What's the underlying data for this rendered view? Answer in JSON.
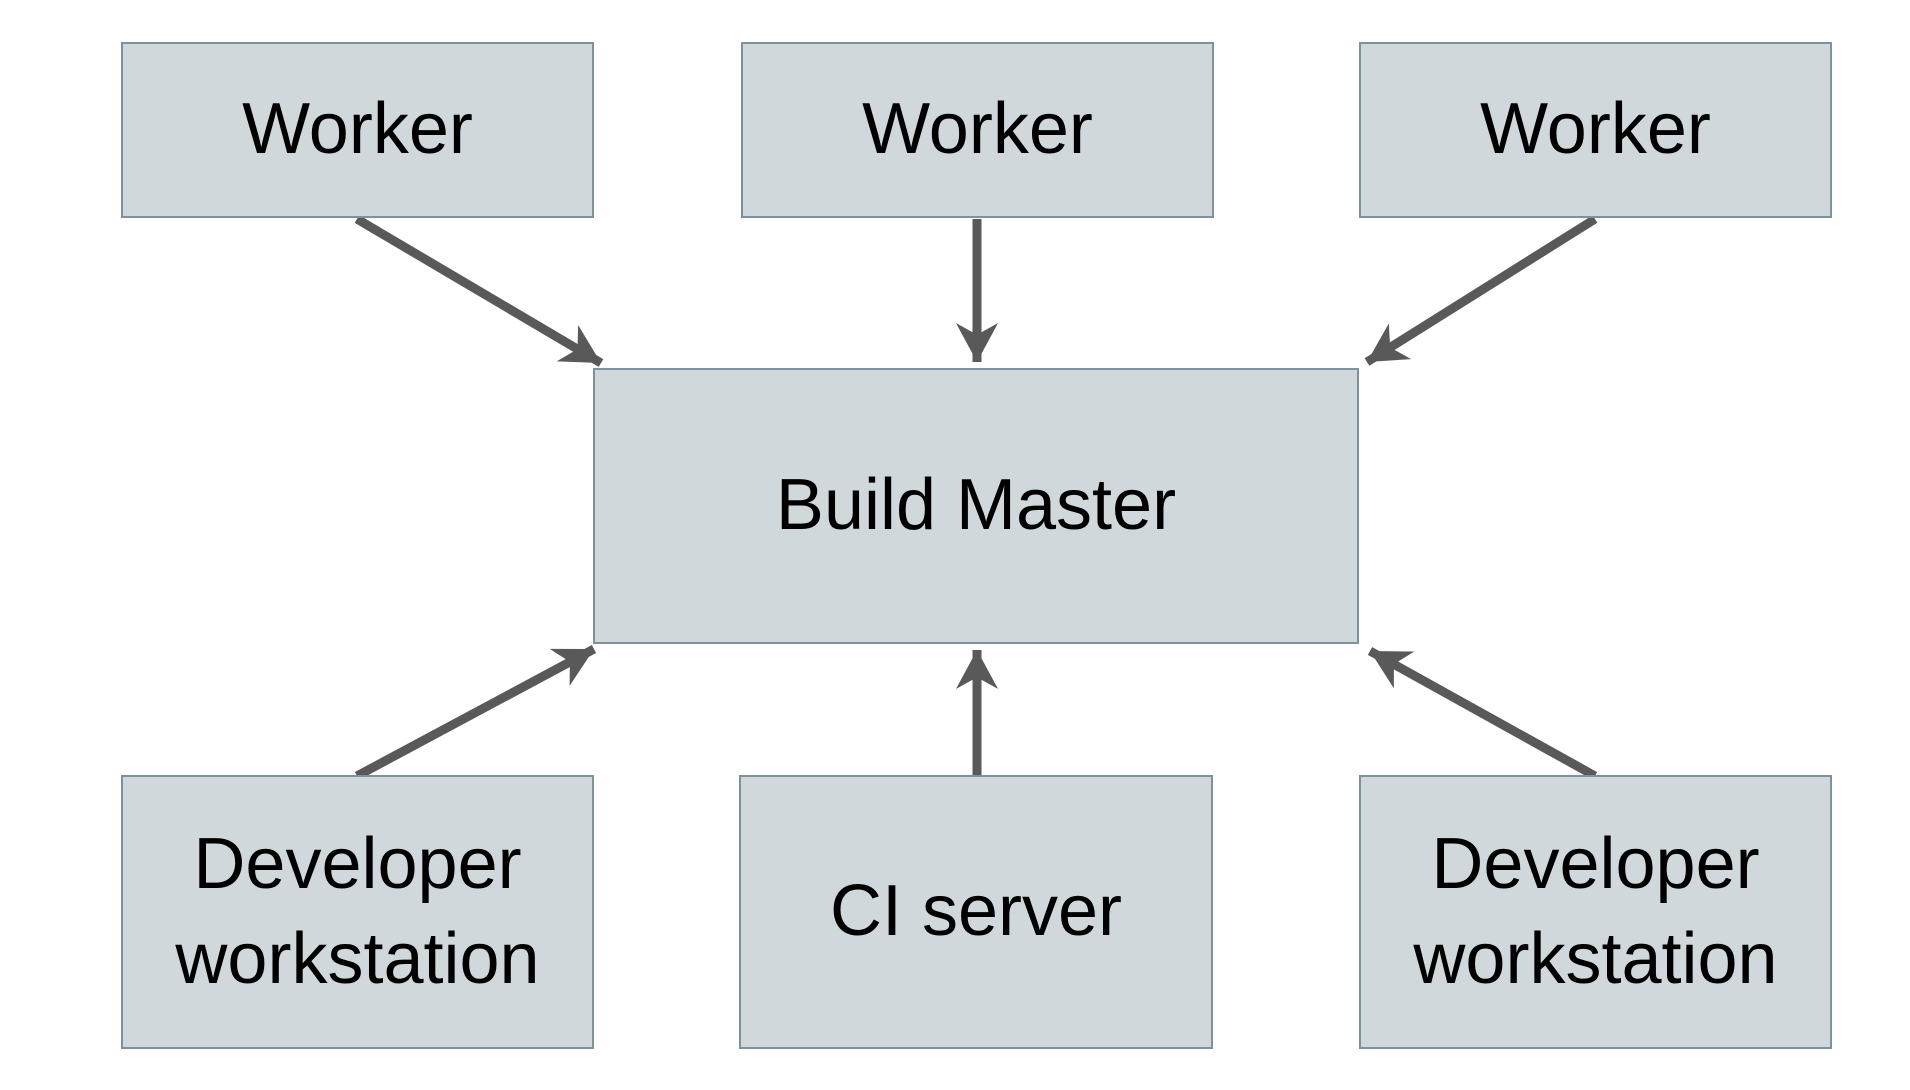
{
  "colors": {
    "node_fill": "#d0d8db",
    "node_border": "#7e929e",
    "arrow": "#595959",
    "text": "#000000",
    "background": "#ffffff"
  },
  "diagram": {
    "type": "architecture-diagram",
    "nodes": [
      {
        "id": "worker-left",
        "label": "Worker"
      },
      {
        "id": "worker-center",
        "label": "Worker"
      },
      {
        "id": "worker-right",
        "label": "Worker"
      },
      {
        "id": "build-master",
        "label": "Build Master"
      },
      {
        "id": "developer-workstation-left",
        "label": "Developer workstation"
      },
      {
        "id": "ci-server",
        "label": "CI server"
      },
      {
        "id": "developer-workstation-right",
        "label": "Developer workstation"
      }
    ],
    "edges": [
      {
        "from": "worker-left",
        "to": "build-master",
        "direction": "down-right"
      },
      {
        "from": "worker-center",
        "to": "build-master",
        "direction": "down"
      },
      {
        "from": "worker-right",
        "to": "build-master",
        "direction": "down-left"
      },
      {
        "from": "developer-workstation-left",
        "to": "build-master",
        "direction": "up-right"
      },
      {
        "from": "ci-server",
        "to": "build-master",
        "direction": "up"
      },
      {
        "from": "developer-workstation-right",
        "to": "build-master",
        "direction": "up-left"
      }
    ]
  }
}
